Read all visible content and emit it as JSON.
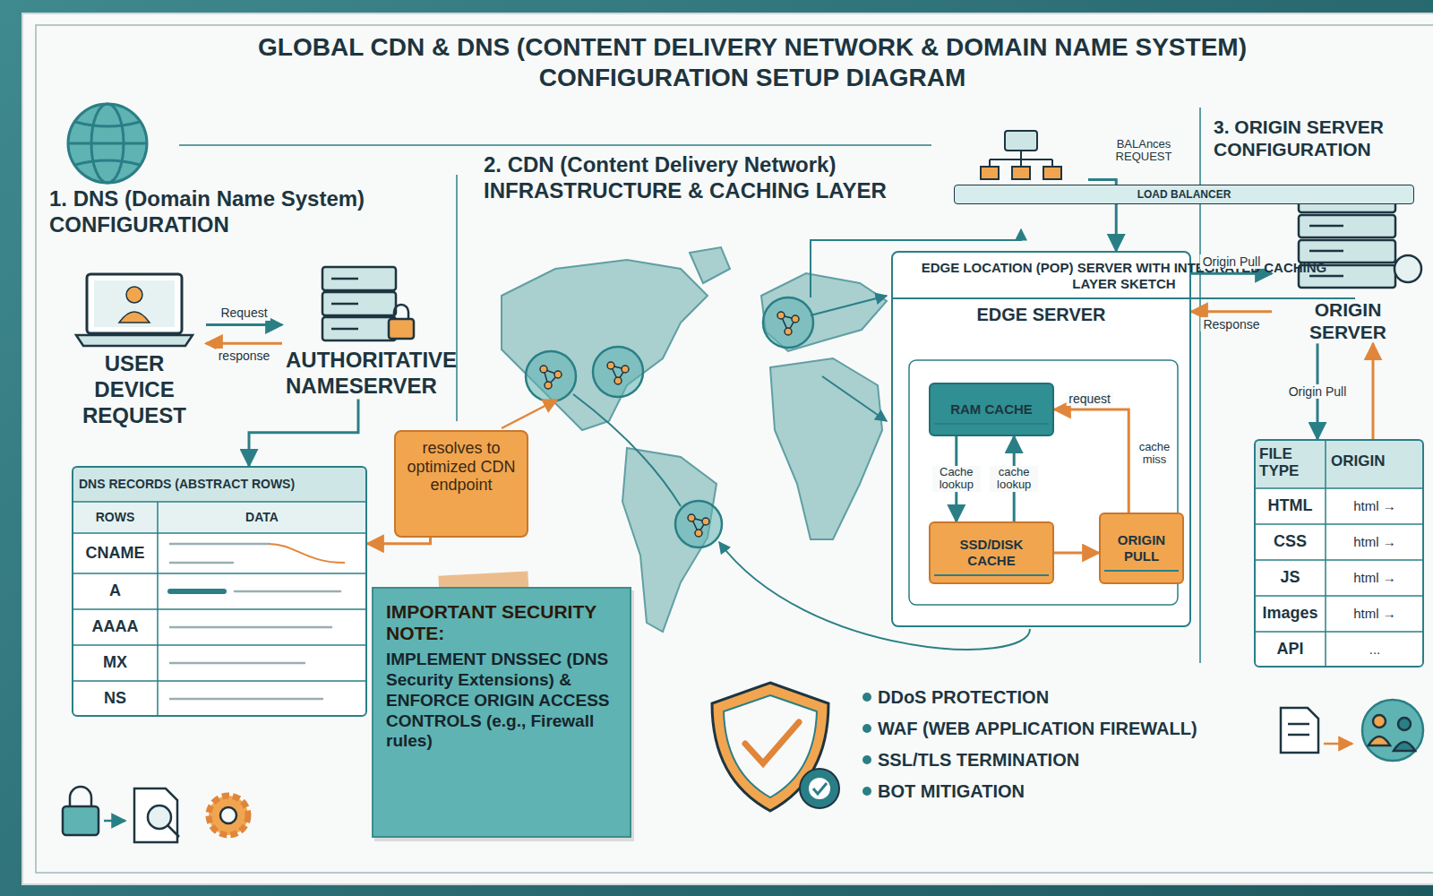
{
  "diagram": {
    "title": "GLOBAL CDN & DNS (CONTENT DELIVERY NETWORK & DOMAIN NAME SYSTEM) CONFIGURATION SETUP DIAGRAM",
    "nodes": [
      {
        "text": [
          "1. DNS (Domain Name System) CONFIGURATION"
        ]
      },
      {
        "text": [
          "USER DEVICE REQUEST"
        ],
        "in": 0
      },
      {
        "text": [
          "AUTHORITATIVE NAMESERVER"
        ],
        "in": 0
      },
      {
        "text": [
          "DNS RECORDS (ABSTRACT ROWS)"
        ],
        "in": 0
      },
      {
        "text": [
          "resolves to optimized CDN endpoint"
        ]
      },
      {
        "text": [
          "IMPORTANT SECURITY NOTE:",
          "IMPLEMENT DNSSEC (DNS Security Extensions) & ENFORCE ORIGIN ACCESS CONTROLS (e.g., Firewall rules)"
        ]
      },
      {
        "text": [
          "2. CDN (Content Delivery Network) INFRASTRUCTURE & CACHING LAYER"
        ]
      },
      {
        "text": [
          "LOAD BALANCER"
        ],
        "in": 6
      },
      {
        "text": [
          "EDGE LOCATION (POP) SERVER WITH INTEGRATED CACHING LAYER SKETCH",
          "EDGE SERVER"
        ],
        "in": 6
      },
      {
        "text": [
          "RAM CACHE"
        ],
        "in": 8
      },
      {
        "text": [
          "SSD/DISK CACHE"
        ],
        "in": 8
      },
      {
        "text": [
          "ORIGIN PULL"
        ],
        "in": 8
      },
      {
        "text": [
          "3. ORIGIN SERVER CONFIGURATION"
        ]
      },
      {
        "text": [
          "ORIGIN SERVER"
        ],
        "in": 12
      },
      {
        "text": [
          "FILE TYPE",
          "ORIGIN"
        ],
        "in": 12
      }
    ],
    "edges": [
      {
        "from": 1,
        "to": 2,
        "label": "Request",
        "arrow": "to"
      },
      {
        "from": 2,
        "to": 1,
        "label": "response",
        "arrow": "to"
      },
      {
        "from": 2,
        "to": 3,
        "arrow": "to"
      },
      {
        "from": 4,
        "to": 3,
        "arrow": "to"
      },
      {
        "from": 7,
        "to": 8,
        "arrow": "to"
      },
      {
        "from": 9,
        "to": 10,
        "label": "Cache lookup",
        "arrow": "to"
      },
      {
        "from": 10,
        "to": 9,
        "label": "cache lookup",
        "arrow": "to"
      },
      {
        "from": 10,
        "to": 11,
        "arrow": "to"
      },
      {
        "from": 11,
        "to": 9,
        "label": "request",
        "arrow": "to"
      },
      {
        "from": 8,
        "to": 13,
        "label": "Origin Pull",
        "arrow": "to"
      },
      {
        "from": 13,
        "to": 8,
        "label": "Response",
        "arrow": "to"
      },
      {
        "from": 13,
        "to": 14,
        "label": "Origin Pull",
        "arrow": "to"
      },
      {
        "from": 14,
        "to": 13,
        "arrow": "to"
      }
    ],
    "labels": [
      "BALAnces REQUEST",
      "cache miss",
      "ROWS",
      "DATA",
      "CNAME",
      "A",
      "AAAA",
      "MX",
      "NS",
      "DDoS PROTECTION",
      "WAF (WEB APPLICATION FIREWALL)",
      "SSL/TLS TERMINATION",
      "BOT MITIGATION",
      "HTML",
      "html →",
      "CSS",
      "html →",
      "JS",
      "html →",
      "Images",
      "html →",
      "API",
      "..."
    ]
  }
}
